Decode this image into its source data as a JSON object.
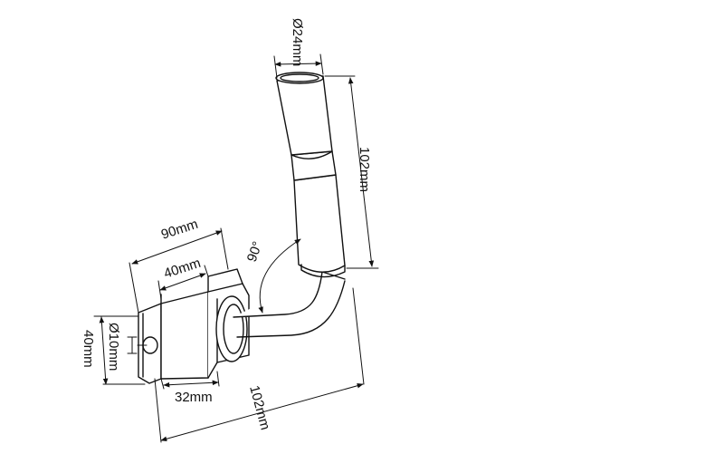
{
  "dimensions": {
    "tube_diameter": "Ø24mm",
    "tube_length": "102mm",
    "angle": "90°",
    "overall_width": "90mm",
    "block_width": "40mm",
    "hole_diameter": "Ø10mm",
    "plate_height": "40mm",
    "plate_depth": "32mm",
    "overall_length": "102mm"
  },
  "colors": {
    "line": "#111111",
    "background": "#ffffff"
  }
}
